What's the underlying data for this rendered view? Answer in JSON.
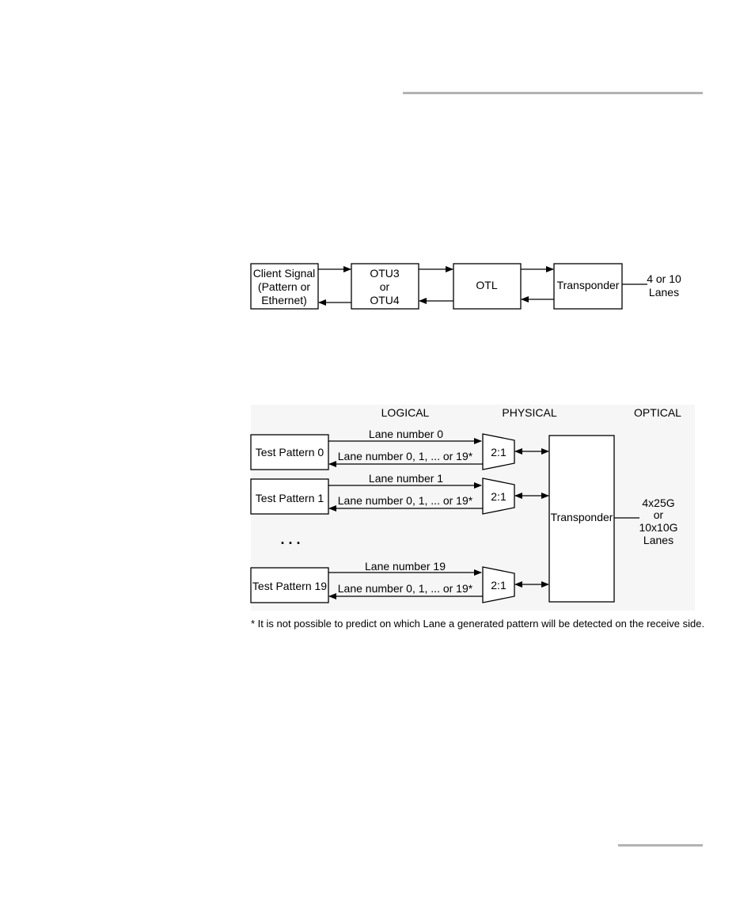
{
  "diagram1": {
    "client_signal": [
      "Client Signal",
      "(Pattern or",
      "Ethernet)"
    ],
    "otu": [
      "OTU3",
      "or",
      "OTU4"
    ],
    "otl": "OTL",
    "transponder": "Transponder",
    "lanes": [
      "4 or 10",
      "Lanes"
    ]
  },
  "diagram2": {
    "headers": {
      "logical": "LOGICAL",
      "physical": "PHYSICAL",
      "optical": "OPTICAL"
    },
    "rows": [
      {
        "pattern": "Test Pattern 0",
        "lane_tx": "Lane number 0",
        "lane_rx": "Lane number 0, 1, ... or 19*",
        "mux": "2:1"
      },
      {
        "pattern": "Test Pattern 1",
        "lane_tx": "Lane number 1",
        "lane_rx": "Lane number 0, 1, ... or 19*",
        "mux": "2:1"
      },
      {
        "pattern": "Test Pattern 19",
        "lane_tx": "Lane number 19",
        "lane_rx": "Lane number 0, 1, ... or 19*",
        "mux": "2:1"
      }
    ],
    "ellipsis": ". . .",
    "transponder": "Transponder",
    "optical_lanes": [
      "4x25G",
      "or",
      "10x10G",
      "Lanes"
    ],
    "footnote": "* It is not possible to predict on which Lane a generated pattern will be detected on the receive side."
  }
}
